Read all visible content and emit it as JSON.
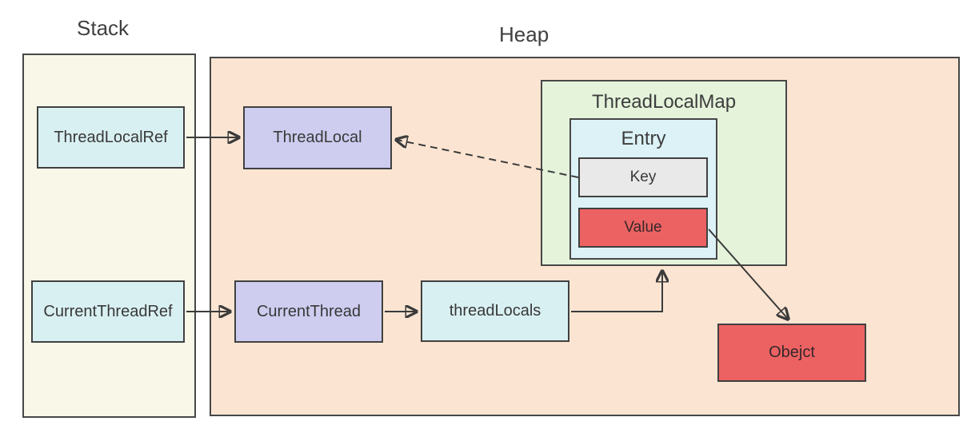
{
  "diagram": {
    "stack": {
      "title": "Stack",
      "nodes": {
        "threadLocalRef": {
          "label": "ThreadLocalRef"
        },
        "currentThreadRef": {
          "label": "CurrentThreadRef"
        }
      }
    },
    "heap": {
      "title": "Heap",
      "nodes": {
        "threadLocal": {
          "label": "ThreadLocal"
        },
        "currentThread": {
          "label": "CurrentThread"
        },
        "threadLocals": {
          "label": "threadLocals"
        },
        "threadLocalMap": {
          "label": "ThreadLocalMap"
        },
        "entry": {
          "label": "Entry"
        },
        "key": {
          "label": "Key"
        },
        "value": {
          "label": "Value"
        },
        "object": {
          "label": "Obejct"
        }
      }
    },
    "edges": [
      {
        "from": "ThreadLocalRef",
        "to": "ThreadLocal",
        "style": "solid"
      },
      {
        "from": "CurrentThreadRef",
        "to": "CurrentThread",
        "style": "solid"
      },
      {
        "from": "CurrentThread",
        "to": "threadLocals",
        "style": "solid"
      },
      {
        "from": "threadLocals",
        "to": "ThreadLocalMap",
        "style": "solid-elbow"
      },
      {
        "from": "Key",
        "to": "ThreadLocal",
        "style": "dashed"
      },
      {
        "from": "Value",
        "to": "Obejct",
        "style": "solid"
      }
    ],
    "colors": {
      "stack_bg": "#f9f8e8",
      "heap_bg": "#fbe5d2",
      "cyan_node": "#d9f0f2",
      "purple_node": "#cecdf0",
      "map_green": "#e4f3da",
      "entry_cyan": "#dcf2f6",
      "key_gray": "#e9e9e9",
      "value_red": "#ec6262",
      "border": "#404040",
      "arrow": "#3b3b3b"
    }
  }
}
